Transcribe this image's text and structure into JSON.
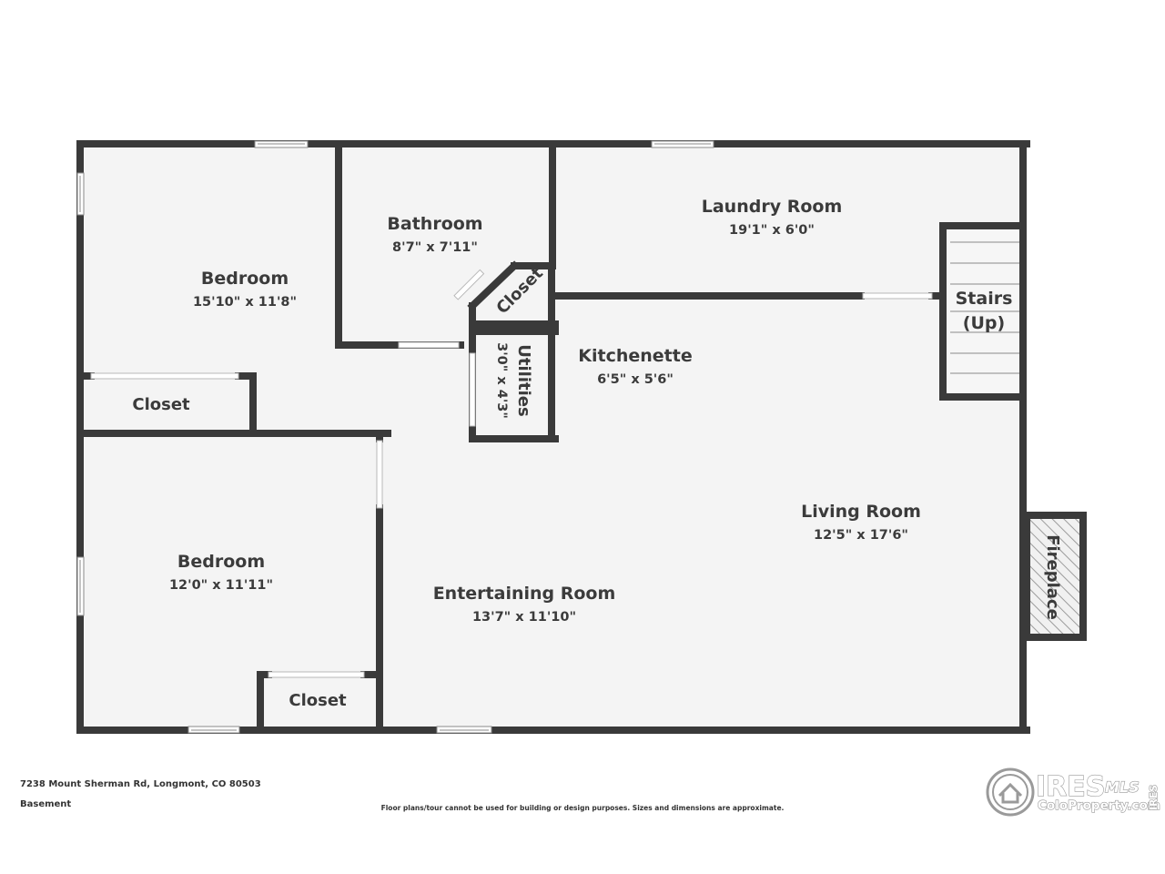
{
  "plan": {
    "rooms": [
      {
        "name": "Bedroom",
        "dims": "15'10\" x 11'8\""
      },
      {
        "name": "Bathroom",
        "dims": "8'7\" x 7'11\""
      },
      {
        "name": "Laundry Room",
        "dims": "19'1\" x 6'0\""
      },
      {
        "name": "Kitchenette",
        "dims": "6'5\" x 5'6\""
      },
      {
        "name": "Living Room",
        "dims": "12'5\" x 17'6\""
      },
      {
        "name": "Entertaining Room",
        "dims": "13'7\" x 11'10\""
      },
      {
        "name": "Bedroom",
        "dims": "12'0\" x 11'11\""
      }
    ],
    "closets": [
      "Closet",
      "Closet",
      "Closet"
    ],
    "utilities": {
      "name": "Utilities",
      "dims": "3'0\" x 4'3\""
    },
    "stairs": {
      "line1": "Stairs",
      "line2": "(Up)"
    },
    "fireplace": "Fireplace"
  },
  "footer": {
    "address": "7238 Mount Sherman Rd, Longmont, CO 80503",
    "level": "Basement",
    "disclaimer": "Floor plans/tour cannot be used for building or design purposes. Sizes and dimensions are approximate."
  },
  "logo": {
    "brand": "IRES",
    "brand_suffix": "MLS",
    "site": "ColoProperty.com",
    "vertical": "IRES"
  },
  "colors": {
    "wall": "#3a3a3a",
    "floor": "#f4f4f4",
    "window": "#ffffff",
    "text": "#3b3b3b"
  }
}
